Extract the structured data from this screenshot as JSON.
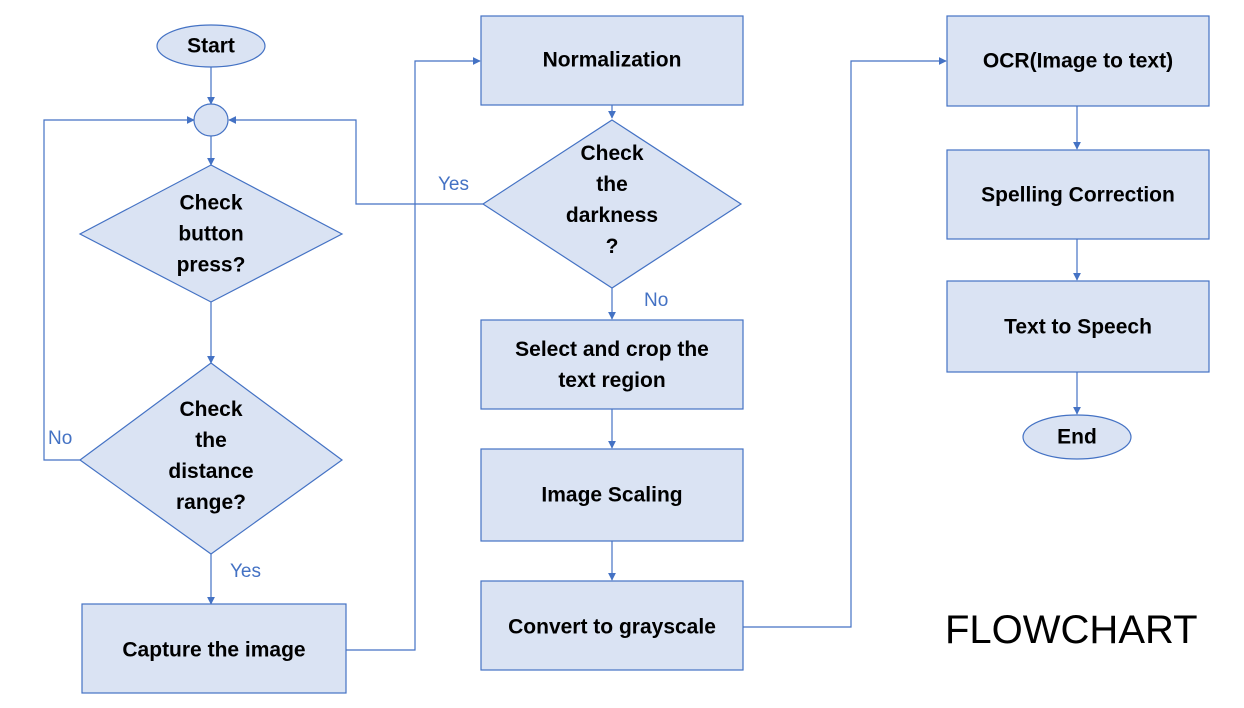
{
  "colors": {
    "node_fill": "#dae3f3",
    "node_stroke": "#4472c4",
    "edge_color": "#4472c4",
    "text_color": "#000000"
  },
  "caption": "FLOWCHART",
  "nodes": {
    "start": {
      "lines": [
        "Start"
      ]
    },
    "junction": {
      "lines": []
    },
    "check_button": {
      "lines": [
        "Check",
        "button",
        "press?"
      ]
    },
    "check_distance": {
      "lines": [
        "Check",
        "the",
        "distance",
        "range?"
      ]
    },
    "capture": {
      "lines": [
        "Capture the image"
      ]
    },
    "normalization": {
      "lines": [
        "Normalization"
      ]
    },
    "check_darkness": {
      "lines": [
        "Check",
        "the",
        "darkness",
        "?"
      ]
    },
    "select_crop": {
      "lines": [
        "Select and crop the",
        "text region"
      ]
    },
    "scaling": {
      "lines": [
        "Image Scaling"
      ]
    },
    "grayscale": {
      "lines": [
        "Convert to grayscale"
      ]
    },
    "ocr": {
      "lines": [
        "OCR(Image to text)"
      ]
    },
    "spelling": {
      "lines": [
        "Spelling Correction"
      ]
    },
    "tts": {
      "lines": [
        "Text to Speech"
      ]
    },
    "end": {
      "lines": [
        "End"
      ]
    }
  },
  "edge_labels": {
    "distance_no": "No",
    "distance_yes": "Yes",
    "darkness_yes": "Yes",
    "darkness_no": "No"
  }
}
